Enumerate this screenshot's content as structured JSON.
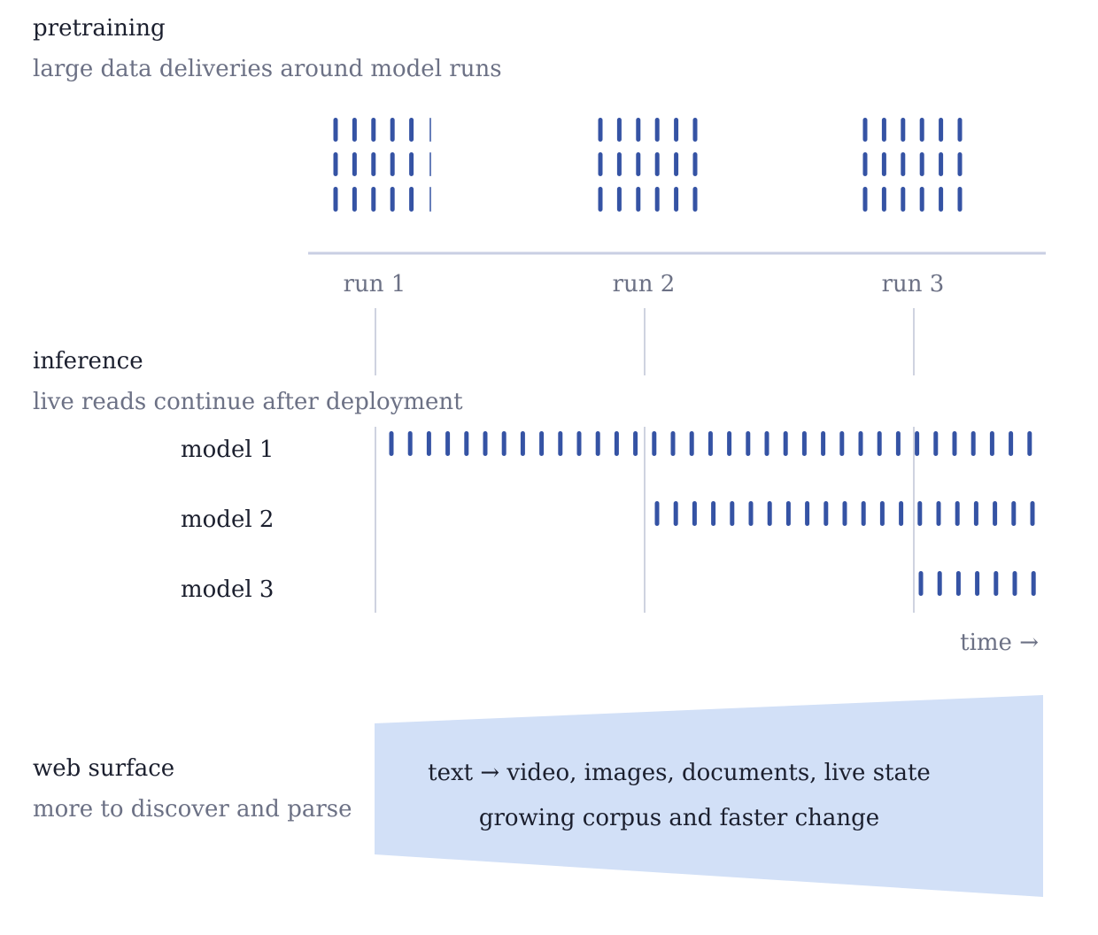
{
  "pretraining": {
    "title": "pretraining",
    "subtitle": "large data deliveries around model runs",
    "runs": [
      {
        "label": "run 1"
      },
      {
        "label": "run 2"
      },
      {
        "label": "run 3"
      }
    ]
  },
  "inference": {
    "title": "inference",
    "subtitle": "live reads continue after deployment",
    "models": [
      {
        "label": "model 1",
        "starts_at_run": 1
      },
      {
        "label": "model 2",
        "starts_at_run": 2
      },
      {
        "label": "model 3",
        "starts_at_run": 3
      }
    ],
    "axis_label": "time →"
  },
  "web_surface": {
    "title": "web surface",
    "subtitle": "more to discover and parse",
    "line1": "text → video, images, documents, live state",
    "line2": "growing corpus and faster change"
  },
  "colors": {
    "mark": "#3553a4",
    "axis": "#c9cfe3",
    "divider": "#cfd3e0",
    "band_fill": "#d2e0f7"
  }
}
